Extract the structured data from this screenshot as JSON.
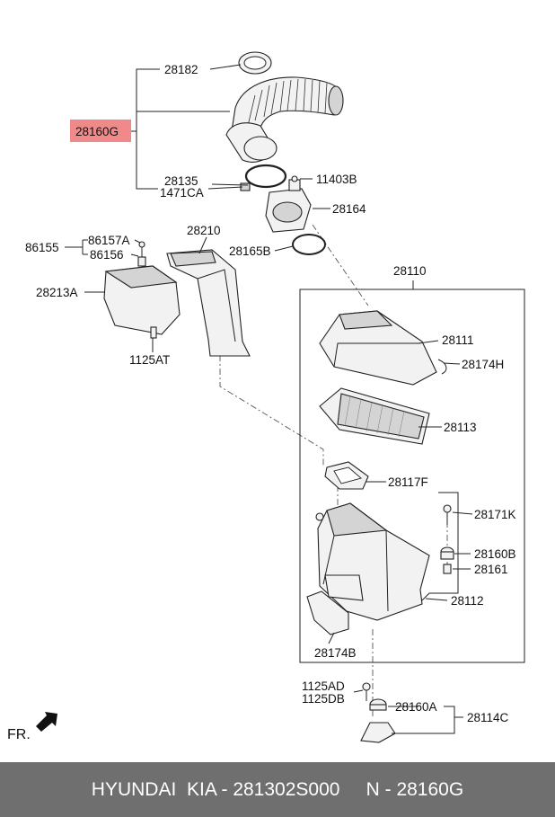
{
  "diagram": {
    "labels": {
      "p28182": "28182",
      "p28160G": "28160G",
      "p28135": "28135",
      "p1471CA": "1471CA",
      "p11403B": "11403B",
      "p28164": "28164",
      "p28165B": "28165B",
      "p28210": "28210",
      "p86155": "86155",
      "p86157A": "86157A",
      "p86156": "86156",
      "p28213A": "28213A",
      "p1125AT": "1125AT",
      "p28110": "28110",
      "p28111": "28111",
      "p28174H": "28174H",
      "p28113": "28113",
      "p28117F": "28117F",
      "p28171K": "28171K",
      "p28160B": "28160B",
      "p28161": "28161",
      "p28112": "28112",
      "p28174B": "28174B",
      "p1125AD": "1125AD",
      "p1125DB": "1125DB",
      "p28160A": "28160A",
      "p28114C": "28114C",
      "fr": "FR."
    },
    "highlight_color": "#f08a8a"
  },
  "footer": {
    "text": "HYUNDAI  KIA - 281302S000     N - 28160G",
    "background": "#6f6f6f"
  }
}
